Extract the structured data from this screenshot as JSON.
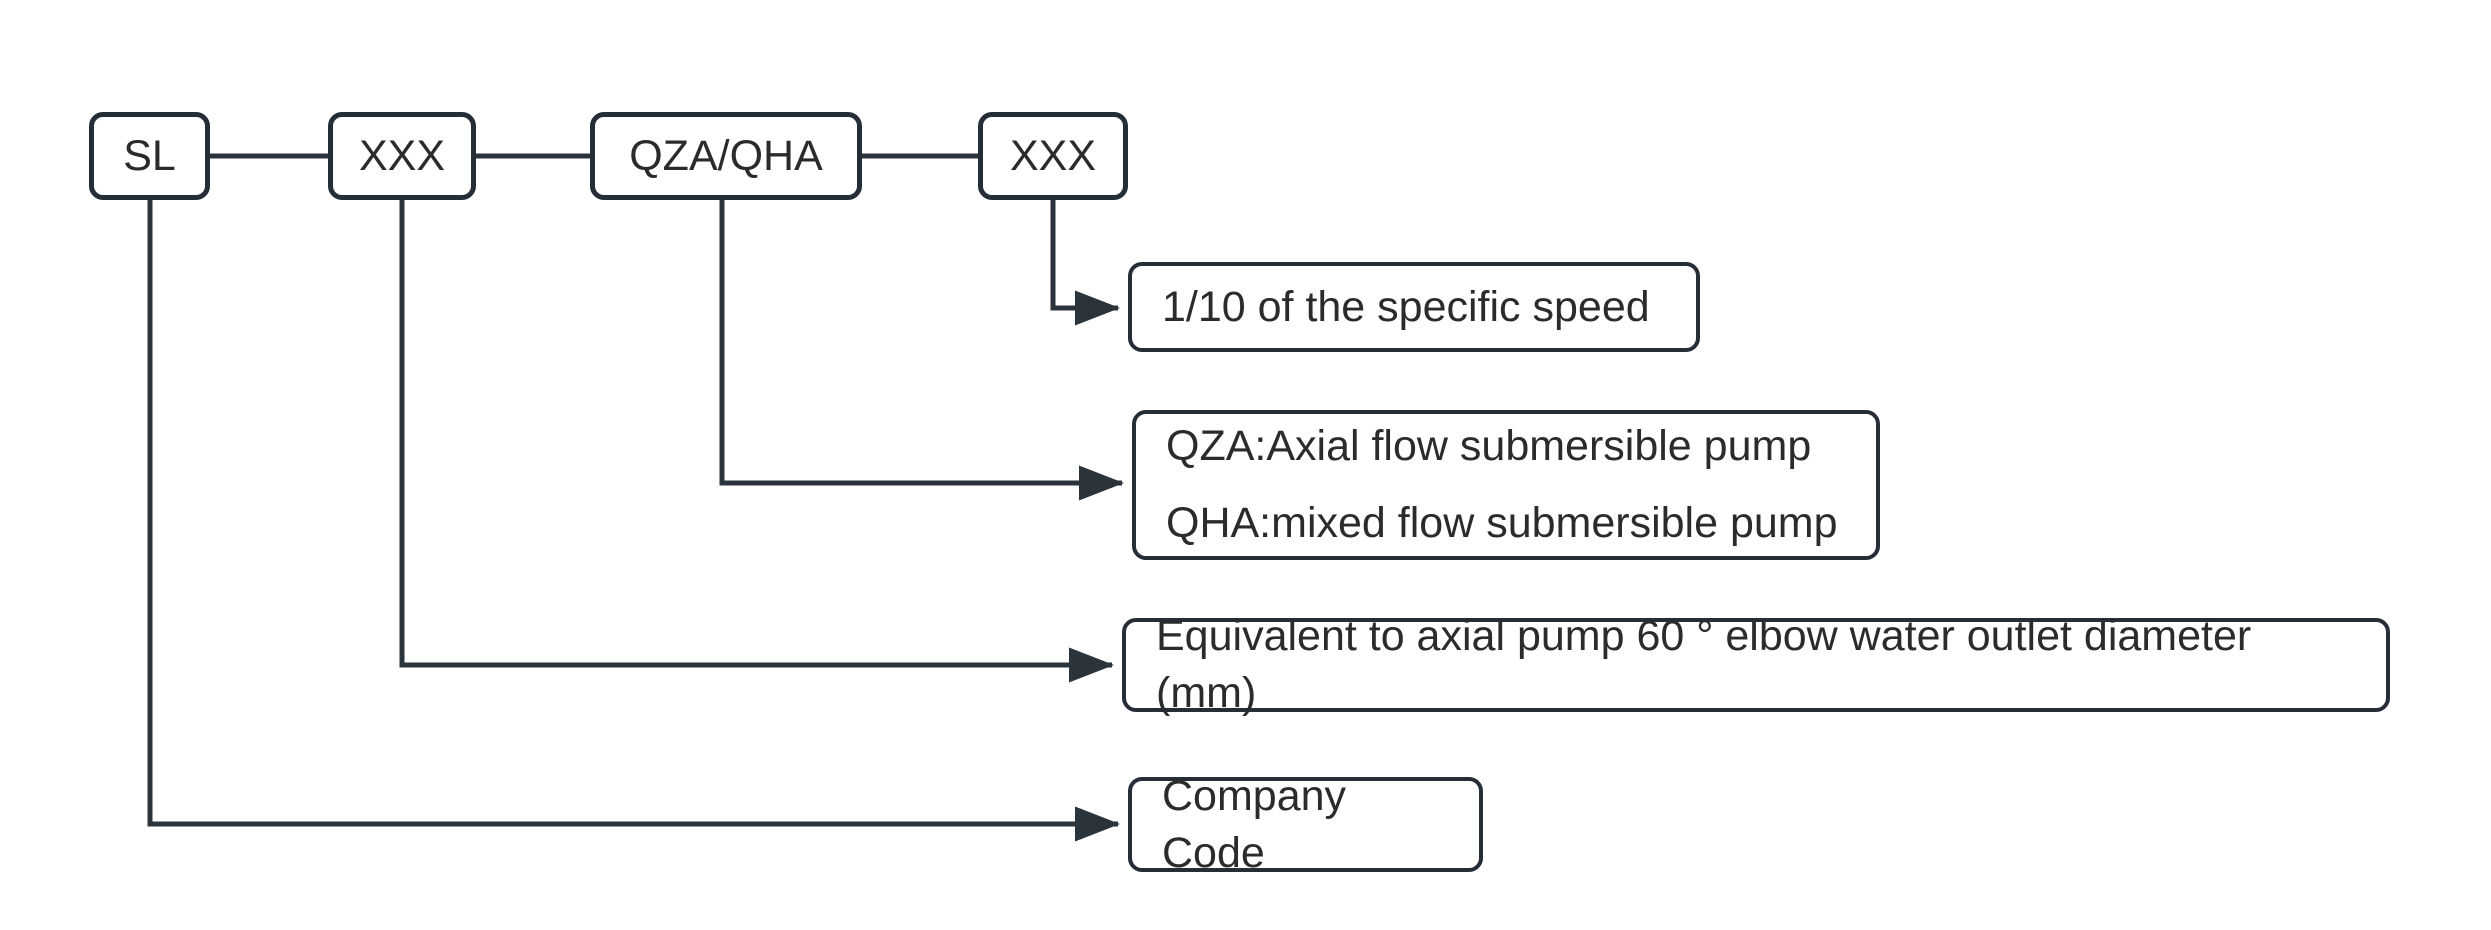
{
  "diagram": {
    "title": "Pump model designation breakdown",
    "colors": {
      "stroke": "#252d36",
      "wire": "#2b333b",
      "text": "#2b2b2b",
      "background": "#ffffff"
    },
    "code_segments": [
      {
        "id": "company",
        "label": "SL"
      },
      {
        "id": "diameter",
        "label": "XXX"
      },
      {
        "id": "type",
        "label": "QZA/QHA"
      },
      {
        "id": "speed",
        "label": "XXX"
      }
    ],
    "callouts": [
      {
        "id": "speed-note",
        "lines": [
          "1/10 of the specific speed"
        ]
      },
      {
        "id": "type-note",
        "lines": [
          "QZA:Axial flow submersible pump",
          "QHA:mixed flow submersible pump"
        ]
      },
      {
        "id": "diameter-note",
        "lines": [
          "Equivalent to axial pump 60 ° elbow water outlet diameter (mm)"
        ]
      },
      {
        "id": "company-note",
        "lines": [
          "Company Code"
        ]
      }
    ]
  }
}
